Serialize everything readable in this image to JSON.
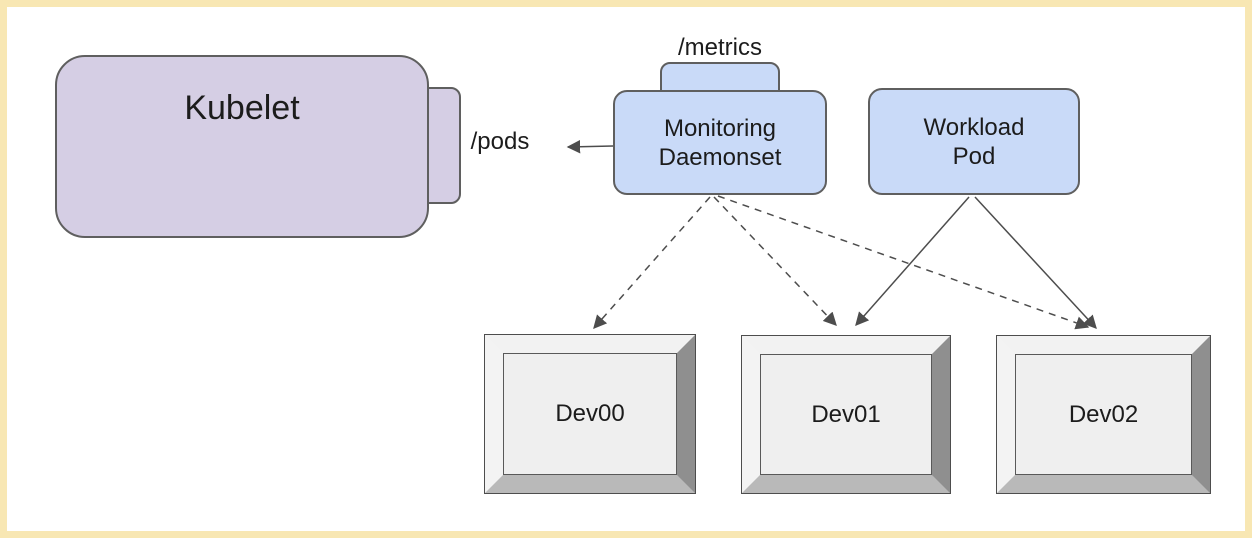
{
  "frame": {
    "border_color": "#f8e7b3",
    "background": "#ffffff"
  },
  "nodes": {
    "kubelet": {
      "label": "Kubelet",
      "fill": "#d5cee4",
      "shape": "rounded-rect"
    },
    "kubelet_side_tab": {
      "fill": "#d5cee4",
      "shape": "rounded-rect"
    },
    "monitoring_daemonset": {
      "lines": [
        "Monitoring",
        "Daemonset"
      ],
      "fill": "#c9daf8",
      "shape": "rounded-rect"
    },
    "metrics_tab": {
      "fill": "#c9daf8",
      "shape": "rounded-rect"
    },
    "workload_pod": {
      "lines": [
        "Workload",
        "Pod"
      ],
      "fill": "#c9daf8",
      "shape": "rounded-rect"
    }
  },
  "endpoint_labels": {
    "metrics": "/metrics",
    "pods": "/pods"
  },
  "devices": [
    {
      "label": "Dev00"
    },
    {
      "label": "Dev01"
    },
    {
      "label": "Dev02"
    }
  ],
  "edges": [
    {
      "from": "monitoring_daemonset",
      "to": "dev00",
      "style": "dashed",
      "arrow": "end"
    },
    {
      "from": "monitoring_daemonset",
      "to": "dev01",
      "style": "dashed",
      "arrow": "end"
    },
    {
      "from": "monitoring_daemonset",
      "to": "dev02",
      "style": "dashed",
      "arrow": "end"
    },
    {
      "from": "workload_pod",
      "to": "dev01",
      "style": "solid",
      "arrow": "end"
    },
    {
      "from": "workload_pod",
      "to": "dev02",
      "style": "solid",
      "arrow": "end"
    },
    {
      "from": "monitoring_daemonset",
      "to": "pods_label",
      "style": "solid",
      "arrow": "end"
    }
  ],
  "colors": {
    "edge_line": "#4d4d4d",
    "node_stroke": "#5f5f5f",
    "device_face": "#efefef",
    "device_bevel_light": "#f2f2f2",
    "device_bevel_right": "#8f8f8f",
    "device_bevel_bottom": "#b9b9b9"
  }
}
